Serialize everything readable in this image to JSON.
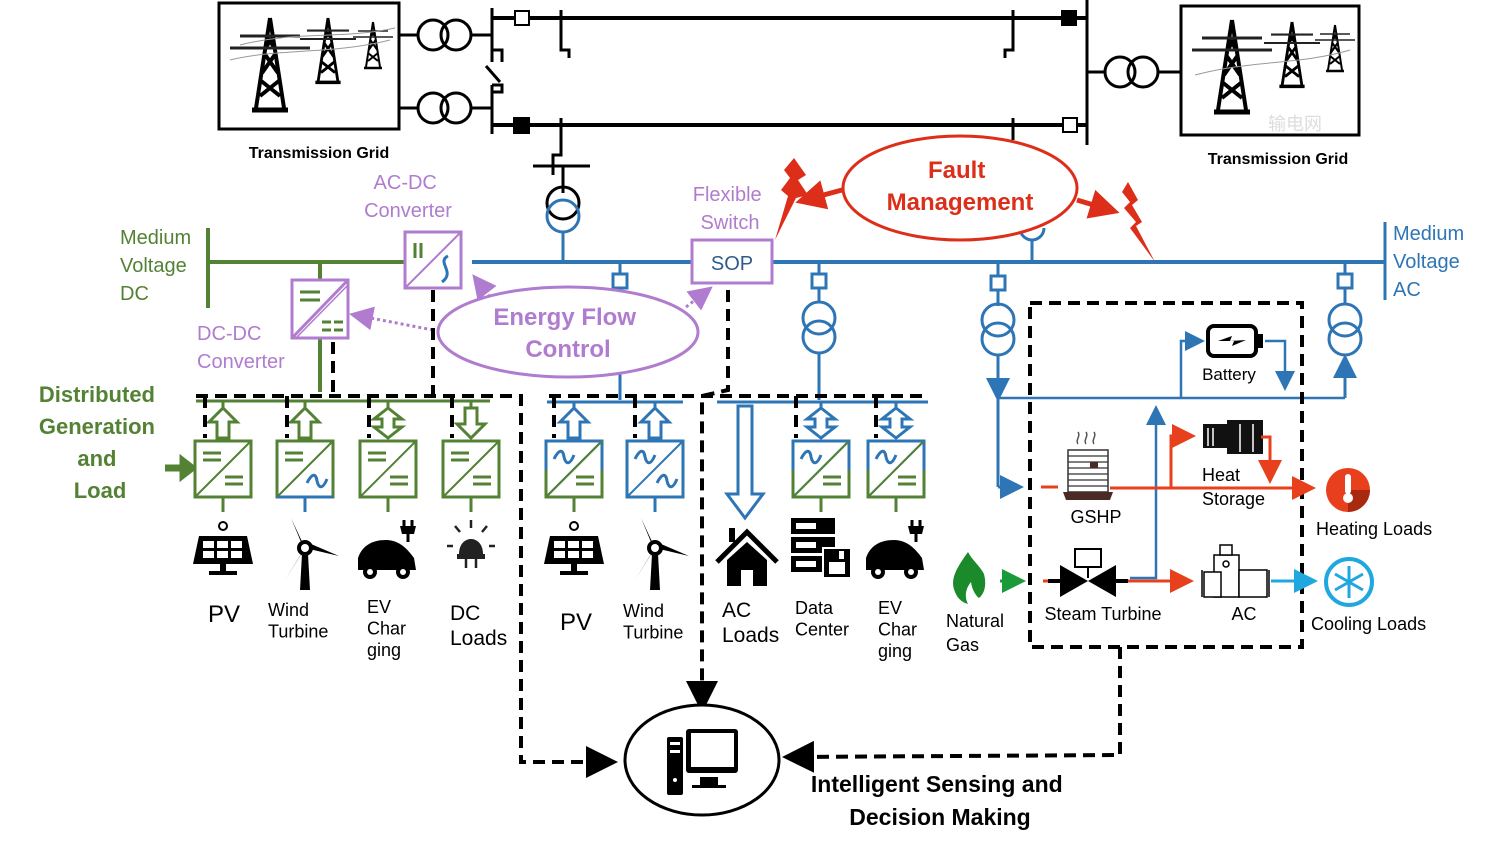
{
  "colors": {
    "dc_green": "#548235",
    "ac_blue": "#2e75b6",
    "purple": "#b07ccf",
    "fault_red": "#dd2e1a",
    "heat_red": "#e8401c",
    "cool_blue": "#1fa8e0",
    "gas_green": "#1a9a3a",
    "black": "#000000"
  },
  "transmission": {
    "left_label": "Transmission Grid",
    "right_label": "Transmission Grid",
    "watermark": "输电网"
  },
  "buses": {
    "mvdc_label": [
      "Medium",
      "Voltage",
      "DC"
    ],
    "mvac_label": [
      "Medium",
      "Voltage",
      "AC"
    ]
  },
  "converters": {
    "acdc_label": [
      "AC-DC",
      "Converter"
    ],
    "dcdc_label": [
      "DC-DC",
      "Converter"
    ],
    "flexible_switch_label": [
      "Flexible",
      "Switch"
    ],
    "sop_label": "SOP"
  },
  "callouts": {
    "energy_flow": [
      "Energy Flow",
      "Control"
    ],
    "fault_management": [
      "Fault",
      "Management"
    ],
    "distributed": [
      "Distributed",
      "Generation",
      "and",
      "Load"
    ],
    "intelligent": [
      "Intelligent Sensing and",
      "Decision Making"
    ]
  },
  "dc_units": [
    {
      "label": [
        "PV"
      ],
      "icon": "solar-panel-icon",
      "flow": "up"
    },
    {
      "label": [
        "Wind",
        "Turbine"
      ],
      "icon": "wind-turbine-icon",
      "flow": "up"
    },
    {
      "label": [
        "EV",
        "Char",
        "ging"
      ],
      "icon": "ev-charging-icon",
      "flow": "both"
    },
    {
      "label": [
        "DC",
        "Loads"
      ],
      "icon": "light-bulb-icon",
      "flow": "down"
    }
  ],
  "ac_units": [
    {
      "label": [
        "PV"
      ],
      "icon": "solar-panel-icon",
      "flow": "up"
    },
    {
      "label": [
        "Wind",
        "Turbine"
      ],
      "icon": "wind-turbine-icon",
      "flow": "up"
    },
    {
      "label": [
        "AC",
        "Loads"
      ],
      "icon": "house-icon",
      "flow": "down"
    },
    {
      "label": [
        "Data",
        "Center"
      ],
      "icon": "data-center-icon",
      "flow": "both"
    },
    {
      "label": [
        "EV",
        "Char",
        "ging"
      ],
      "icon": "ev-charging-icon",
      "flow": "both"
    }
  ],
  "energy_hub": {
    "battery": "Battery",
    "gshp": "GSHP",
    "heat_storage": [
      "Heat",
      "Storage"
    ],
    "steam_turbine": "Steam Turbine",
    "ac": "AC",
    "natural_gas": [
      "Natural",
      "Gas"
    ],
    "heating_loads": "Heating Loads",
    "cooling_loads": "Cooling Loads"
  }
}
